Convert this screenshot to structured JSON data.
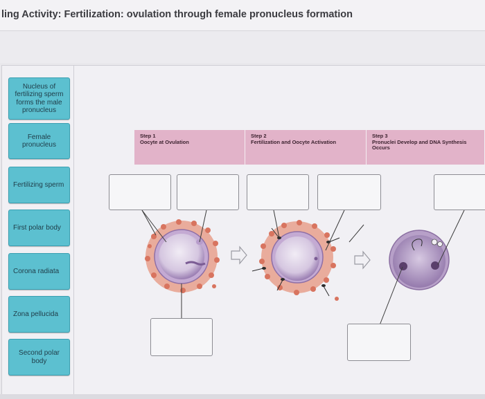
{
  "header": {
    "title": "ling Activity: Fertilization: ovulation through female pronucleus formation"
  },
  "sidebar": {
    "labels": [
      {
        "text": "Nucleus of fertilizing sperm forms the male pronucleus"
      },
      {
        "text": "Female pronucleus"
      },
      {
        "text": "Fertilizing sperm"
      },
      {
        "text": "First polar body"
      },
      {
        "text": "Corona radiata"
      },
      {
        "text": "Zona pellucida"
      },
      {
        "text": "Second polar body"
      }
    ]
  },
  "steps": [
    {
      "number": "Step 1",
      "title": "Oocyte at Ovulation"
    },
    {
      "number": "Step 2",
      "title": "Fertilization and Oocyte Activation"
    },
    {
      "number": "Step 3",
      "title": "Pronuclei Develop and DNA Synthesis Occurs"
    }
  ],
  "colors": {
    "tile": "#5cc0d0",
    "step_header": "#e2b3c9",
    "corona": "#e39a86",
    "cell_purple": "#a98cbd"
  }
}
